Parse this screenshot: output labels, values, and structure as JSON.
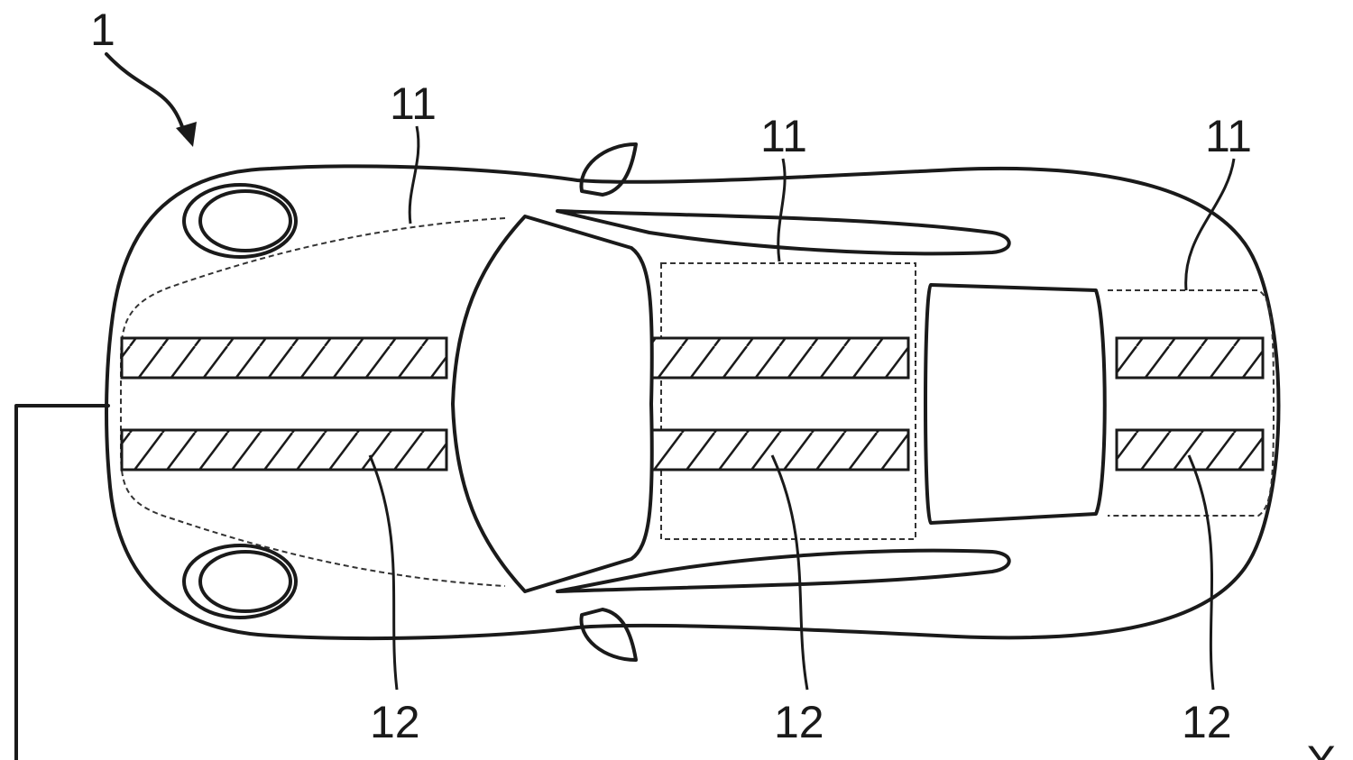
{
  "labels": {
    "vehicle": "1",
    "zone_front": "11",
    "zone_roof": "11",
    "zone_rear": "11",
    "strip_front": "12",
    "strip_roof": "12",
    "strip_rear": "12",
    "axis": "X"
  }
}
